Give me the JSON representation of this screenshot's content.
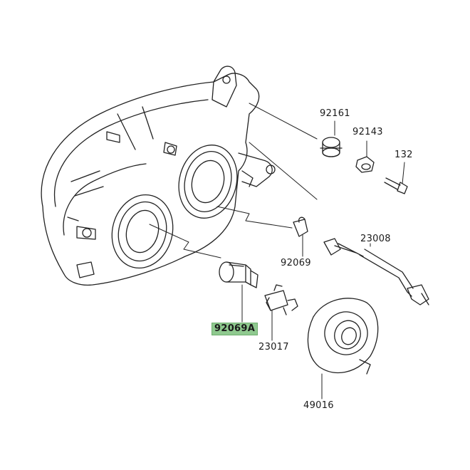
{
  "diagram": {
    "parts": [
      {
        "id": "p92161",
        "number": "92161",
        "highlighted": false
      },
      {
        "id": "p92143",
        "number": "92143",
        "highlighted": false
      },
      {
        "id": "p132",
        "number": "132",
        "highlighted": false
      },
      {
        "id": "p23008",
        "number": "23008",
        "highlighted": false
      },
      {
        "id": "p92069",
        "number": "92069",
        "highlighted": false
      },
      {
        "id": "p92069A",
        "number": "92069A",
        "highlighted": true
      },
      {
        "id": "p23017",
        "number": "23017",
        "highlighted": false
      },
      {
        "id": "p49016",
        "number": "49016",
        "highlighted": false
      }
    ],
    "colors": {
      "line": "#222222",
      "highlight": "#8fc98f",
      "background": "#ffffff"
    }
  }
}
